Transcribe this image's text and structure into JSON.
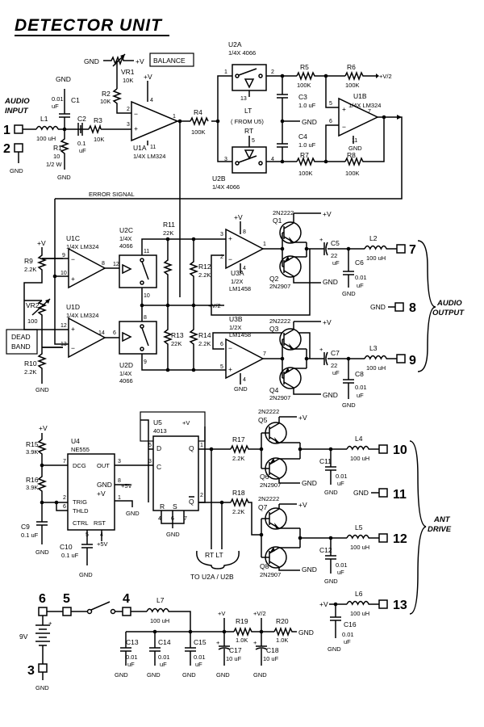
{
  "title": "DETECTOR UNIT",
  "labels": {
    "audio_input": [
      "AUDIO",
      "INPUT"
    ],
    "audio_output": [
      "AUDIO",
      "OUTPUT"
    ],
    "ant_drive": [
      "ANT",
      "DRIVE"
    ],
    "balance": "BALANCE",
    "dead_band": [
      "DEAD",
      "BAND"
    ],
    "error_signal": "ERROR SIGNAL",
    "from_u5": "( FROM U5)",
    "to_u2": "TO U2A / U2B",
    "rt_lt": "RT  LT",
    "gnd": "GND",
    "v": "+V",
    "v2": "+V/2",
    "v5": "+5V",
    "battery": "9V",
    "lt": "LT",
    "rt": "RT"
  },
  "terminals": [
    "1",
    "2",
    "3",
    "4",
    "5",
    "6",
    "7",
    "8",
    "9",
    "10",
    "11",
    "12",
    "13"
  ],
  "ics": {
    "u1a": [
      "U1A",
      "1/4X LM324"
    ],
    "u1b": [
      "U1B",
      "1/4X LM324"
    ],
    "u1c": [
      "U1C",
      "1/4X LM324"
    ],
    "u1d": [
      "U1D",
      "1/4X LM324"
    ],
    "u2a": [
      "U2A",
      "1/4X 4066"
    ],
    "u2b": [
      "U2B",
      "1/4X 4066"
    ],
    "u2c": [
      "U2C",
      "1/4X",
      "4066"
    ],
    "u2d": [
      "U2D",
      "1/4X",
      "4066"
    ],
    "u3a": [
      "U3A",
      "1/2X",
      "LM1458"
    ],
    "u3b": [
      "U3B",
      "1/2X",
      "LM1458"
    ],
    "u4": [
      "U4",
      "NE555"
    ],
    "u5": [
      "U5",
      "4013"
    ]
  },
  "u4_pins": [
    "DCG",
    "OUT",
    "TRIG",
    "THLD",
    "CTRL",
    "RST"
  ],
  "u5_pins": [
    "D",
    "Q",
    "C",
    "Q",
    "R",
    "S"
  ],
  "resistors": {
    "vr1": [
      "VR1",
      "10K"
    ],
    "vr2": [
      "VR2",
      "100"
    ],
    "r1": [
      "R1",
      "10",
      "1/2 W"
    ],
    "r2": [
      "R2",
      "10K"
    ],
    "r3": [
      "R3",
      "10K"
    ],
    "r4": [
      "R4",
      "100K"
    ],
    "r5": [
      "R5",
      "100K"
    ],
    "r6": [
      "R6",
      "100K"
    ],
    "r7": [
      "R7",
      "100K"
    ],
    "r8": [
      "R8",
      "100K"
    ],
    "r9": [
      "R9",
      "2.2K"
    ],
    "r10": [
      "R10",
      "2.2K"
    ],
    "r11": [
      "R11",
      "22K"
    ],
    "r12": [
      "R12",
      "2.2K"
    ],
    "r13": [
      "R13",
      "22K"
    ],
    "r14": [
      "R14",
      "2.2K"
    ],
    "r15": [
      "R15",
      "3.9K"
    ],
    "r16": [
      "R16",
      "3.9K"
    ],
    "r17": [
      "R17",
      "2.2K"
    ],
    "r18": [
      "R18",
      "2.2K"
    ],
    "r19": [
      "R19",
      "1.0K"
    ],
    "r20": [
      "R20",
      "1.0K"
    ]
  },
  "capacitors": {
    "c1": [
      "0.01",
      "uF",
      "C1"
    ],
    "c2": [
      "C2",
      "0.1",
      "uF"
    ],
    "c3": [
      "C3",
      "1.0 uF"
    ],
    "c4": [
      "C4",
      "1.0 uF"
    ],
    "c5": [
      "C5",
      "22",
      "uF"
    ],
    "c6": [
      "C6",
      "0.01",
      "uF"
    ],
    "c7": [
      "C7",
      "22",
      "uF"
    ],
    "c8": [
      "C8",
      "0.01",
      "uF"
    ],
    "c9": [
      "C9",
      "0.1 uF"
    ],
    "c10": [
      "C10",
      "0.1 uF"
    ],
    "c11": [
      "C11",
      "0.01",
      "uF"
    ],
    "c12": [
      "C12",
      "0.01",
      "uF"
    ],
    "c13": [
      "C13",
      "0.01",
      "uF"
    ],
    "c14": [
      "C14",
      "0.01",
      "uF"
    ],
    "c15": [
      "C15",
      "0.01",
      "uF"
    ],
    "c16": [
      "C16",
      "0.01",
      "uF"
    ],
    "c17": [
      "C17",
      "10 uF"
    ],
    "c18": [
      "C18",
      "10 uF"
    ]
  },
  "inductors": {
    "l1": [
      "L1",
      "100 uH"
    ],
    "l2": [
      "L2",
      "100 uH"
    ],
    "l3": [
      "L3",
      "100 uH"
    ],
    "l4": [
      "L4",
      "100 uH"
    ],
    "l5": [
      "L5",
      "100 uH"
    ],
    "l6": [
      "L6",
      "100 uH"
    ],
    "l7": [
      "L7",
      "100 uH"
    ]
  },
  "transistors": {
    "q1": [
      "2N2222",
      "Q1"
    ],
    "q2": [
      "Q2",
      "2N2907"
    ],
    "q3": [
      "2N2222",
      "Q3"
    ],
    "q4": [
      "Q4",
      "2N2907"
    ],
    "q5": [
      "2N2222",
      "Q5"
    ],
    "q6": [
      "Q6",
      "2N2907"
    ],
    "q7": [
      "2N2222",
      "Q7"
    ],
    "q8": [
      "Q8",
      "2N2907"
    ]
  }
}
